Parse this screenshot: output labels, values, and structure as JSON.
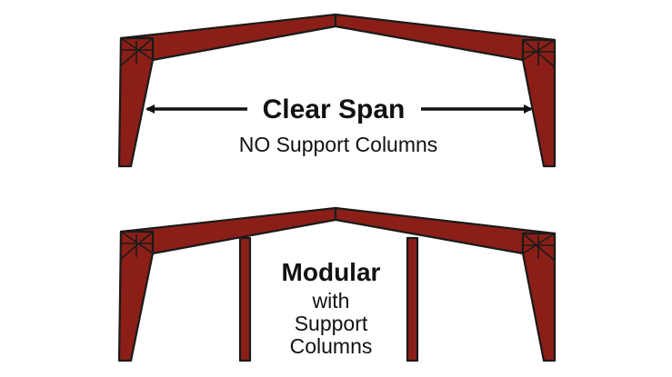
{
  "colors": {
    "frame_fill": "#8b1f17",
    "outline": "#1a1a1a",
    "text": "#111111",
    "background": "#ffffff"
  },
  "clear_span": {
    "title": "Clear Span",
    "subtitle": "NO Support Columns"
  },
  "modular": {
    "title": "Modular",
    "line1": "with",
    "line2": "Support",
    "line3": "Columns"
  },
  "icons": [
    "double-arrow-icon"
  ]
}
